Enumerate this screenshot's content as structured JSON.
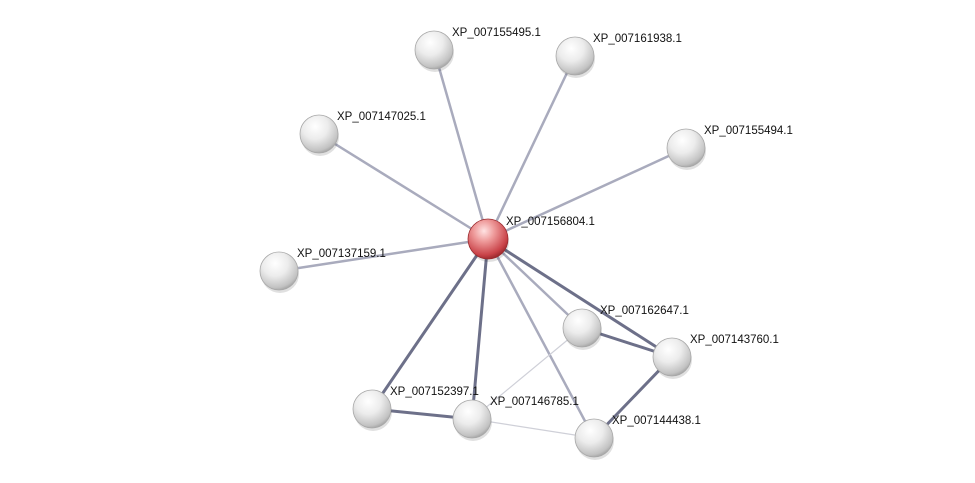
{
  "network": {
    "center_node": "XP_007156804.1",
    "nodes": [
      {
        "id": "XP_007156804.1",
        "label": "XP_007156804.1",
        "query": true
      },
      {
        "id": "XP_007155495.1",
        "label": "XP_007155495.1"
      },
      {
        "id": "XP_007161938.1",
        "label": "XP_007161938.1"
      },
      {
        "id": "XP_007147025.1",
        "label": "XP_007147025.1"
      },
      {
        "id": "XP_007155494.1",
        "label": "XP_007155494.1"
      },
      {
        "id": "XP_007137159.1",
        "label": "XP_007137159.1"
      },
      {
        "id": "XP_007162647.1",
        "label": "XP_007162647.1"
      },
      {
        "id": "XP_007143760.1",
        "label": "XP_007143760.1"
      },
      {
        "id": "XP_007152397.1",
        "label": "XP_007152397.1"
      },
      {
        "id": "XP_007146785.1",
        "label": "XP_007146785.1"
      },
      {
        "id": "XP_007144438.1",
        "label": "XP_007144438.1"
      }
    ],
    "edges": [
      {
        "source": "XP_007156804.1",
        "target": "XP_007155495.1",
        "strength": "medium"
      },
      {
        "source": "XP_007156804.1",
        "target": "XP_007161938.1",
        "strength": "medium"
      },
      {
        "source": "XP_007156804.1",
        "target": "XP_007147025.1",
        "strength": "medium"
      },
      {
        "source": "XP_007156804.1",
        "target": "XP_007155494.1",
        "strength": "medium"
      },
      {
        "source": "XP_007156804.1",
        "target": "XP_007137159.1",
        "strength": "medium"
      },
      {
        "source": "XP_007156804.1",
        "target": "XP_007162647.1",
        "strength": "medium"
      },
      {
        "source": "XP_007156804.1",
        "target": "XP_007143760.1",
        "strength": "strong"
      },
      {
        "source": "XP_007156804.1",
        "target": "XP_007152397.1",
        "strength": "strong"
      },
      {
        "source": "XP_007156804.1",
        "target": "XP_007146785.1",
        "strength": "strong"
      },
      {
        "source": "XP_007156804.1",
        "target": "XP_007144438.1",
        "strength": "medium"
      },
      {
        "source": "XP_007162647.1",
        "target": "XP_007143760.1",
        "strength": "strong"
      },
      {
        "source": "XP_007143760.1",
        "target": "XP_007144438.1",
        "strength": "strong"
      },
      {
        "source": "XP_007152397.1",
        "target": "XP_007146785.1",
        "strength": "strong"
      },
      {
        "source": "XP_007146785.1",
        "target": "XP_007144438.1",
        "strength": "weak"
      },
      {
        "source": "XP_007146785.1",
        "target": "XP_007162647.1",
        "strength": "weak"
      }
    ],
    "colors": {
      "query_node": "#d9474b",
      "node": "#e6e6e6",
      "edge_strong": "#6d7089",
      "edge_medium": "#a9abbd",
      "edge_weak": "#cfd0d8",
      "label": "#111111"
    }
  }
}
